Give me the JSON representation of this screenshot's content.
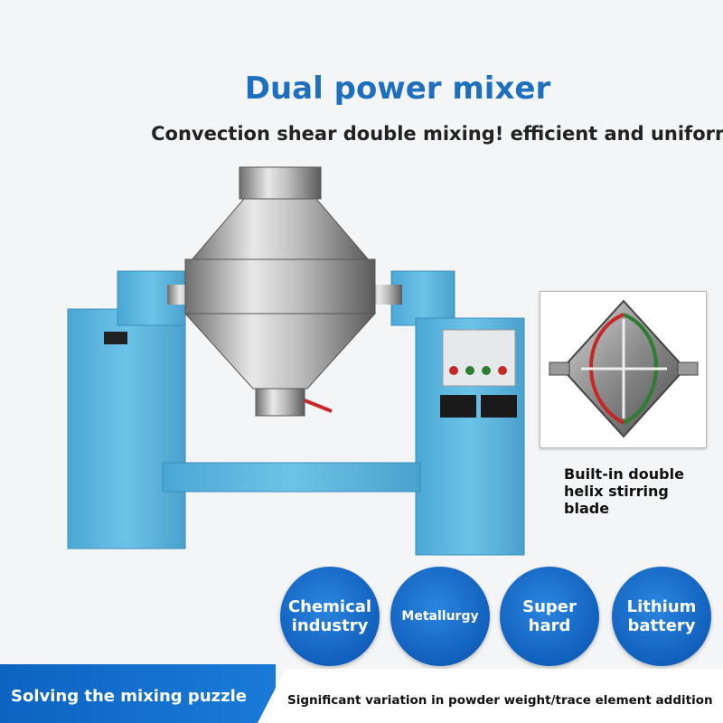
{
  "header": {
    "title": "Dual power mixer",
    "subtitle": "Convection shear double mixing! efficient and uniform"
  },
  "detail": {
    "caption_line1": "Built-in double",
    "caption_line2": "helix stirring",
    "caption_line3": "blade"
  },
  "applications": [
    {
      "line1": "Chemical",
      "line2": "industry"
    },
    {
      "line1": "Metallurgy",
      "line2": ""
    },
    {
      "line1": "Super",
      "line2": "hard"
    },
    {
      "line1": "Lithium",
      "line2": "battery"
    }
  ],
  "footer": {
    "left_text": "Solving the mixing puzzle",
    "right_text": "Significant variation in powder weight/trace element addition"
  },
  "colors": {
    "title_blue": "#1f6fc0",
    "frame_blue": "#5ab4dc",
    "circle_blue": "#1565c0"
  }
}
